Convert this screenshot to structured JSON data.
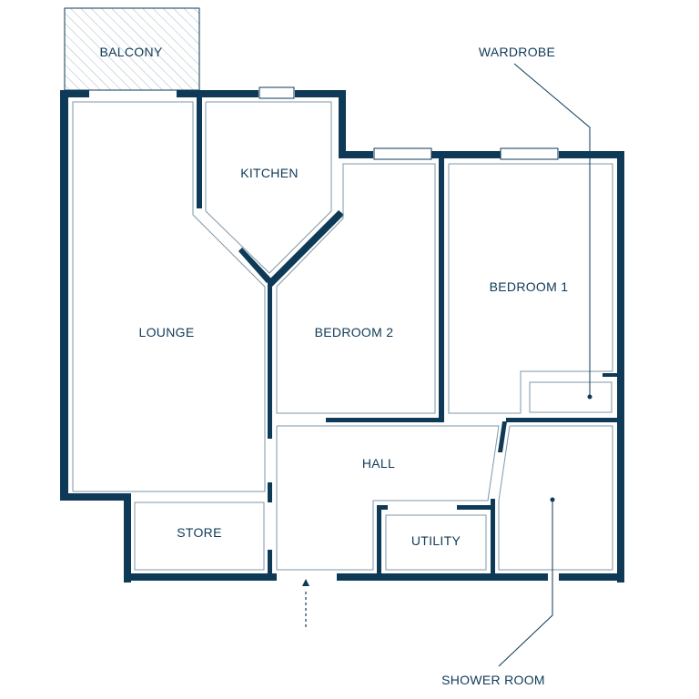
{
  "floorplan": {
    "rooms": {
      "balcony": "BALCONY",
      "kitchen": "KITCHEN",
      "lounge": "LOUNGE",
      "bedroom2": "BEDROOM 2",
      "bedroom1": "BEDROOM 1",
      "hall": "HALL",
      "store": "STORE",
      "utility": "UTILITY"
    },
    "callouts": {
      "wardrobe": "WARDROBE",
      "shower_room": "SHOWER ROOM"
    }
  },
  "colors": {
    "wall": "#0e3a57",
    "inner_line": "#7f97a8",
    "hatch": "#a9b9c5",
    "background": "#ffffff"
  }
}
